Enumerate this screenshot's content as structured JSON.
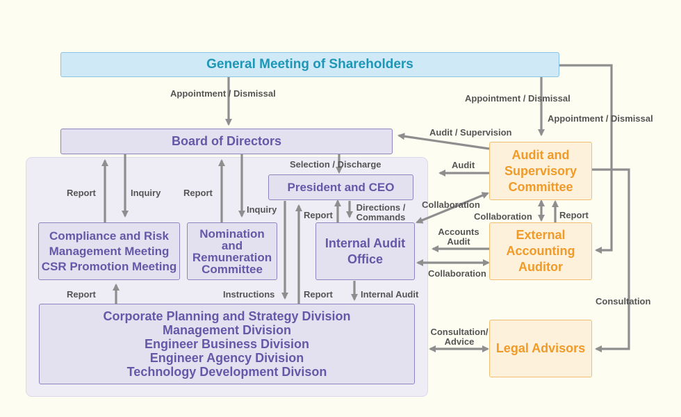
{
  "boxes": {
    "gms": "General Meeting of Shareholders",
    "board": "Board of Directors",
    "president": "President and CEO",
    "audit_committee": [
      "Audit and",
      "Supervisory",
      "Committee"
    ],
    "compliance": [
      "Compliance and Risk",
      "Management Meeting",
      "CSR Promotion Meeting"
    ],
    "nomination": [
      "Nomination",
      "and",
      "Remuneration",
      "Committee"
    ],
    "internal_audit": [
      "Internal Audit",
      "Office"
    ],
    "external_auditor": [
      "External",
      "Accounting",
      "Auditor"
    ],
    "divisions": [
      "Corporate Planning and Strategy Division",
      "Management Division",
      "Engineer Business Division",
      "Engineer Agency Division",
      "Technology Development Divison"
    ],
    "legal": "Legal Advisors"
  },
  "labels": {
    "appointment_left": "Appointment / Dismissal",
    "appointment_mid": "Appointment / Dismissal",
    "appointment_right": "Appointment / Dismissal",
    "audit_supervision": "Audit / Supervision",
    "selection_discharge": "Selection / Discharge",
    "audit": "Audit",
    "report_compliance": "Report",
    "inquiry_compliance": "Inquiry",
    "report_nomination": "Report",
    "inquiry_nomination": "Inquiry",
    "report_internal": "Report",
    "directions": [
      "Directions /",
      "Commands"
    ],
    "collaboration_upper": "Collaboration",
    "collaboration_committee": "Collaboration",
    "report_auditor": "Report",
    "accounts_audit": [
      "Accounts",
      "Audit"
    ],
    "collaboration_lower": "Collaboration",
    "report_divisions": "Report",
    "instructions": "Instructions",
    "report_divisions_president": "Report",
    "internal_audit": "Internal Audit",
    "consultation": "Consultation",
    "consultation_advice": [
      "Consultation/",
      "Advice"
    ]
  },
  "colors": {
    "gms": "#1e97b6",
    "purple": "#6558a8",
    "orange": "#f09a28",
    "arrow": "#8e8e8e"
  }
}
